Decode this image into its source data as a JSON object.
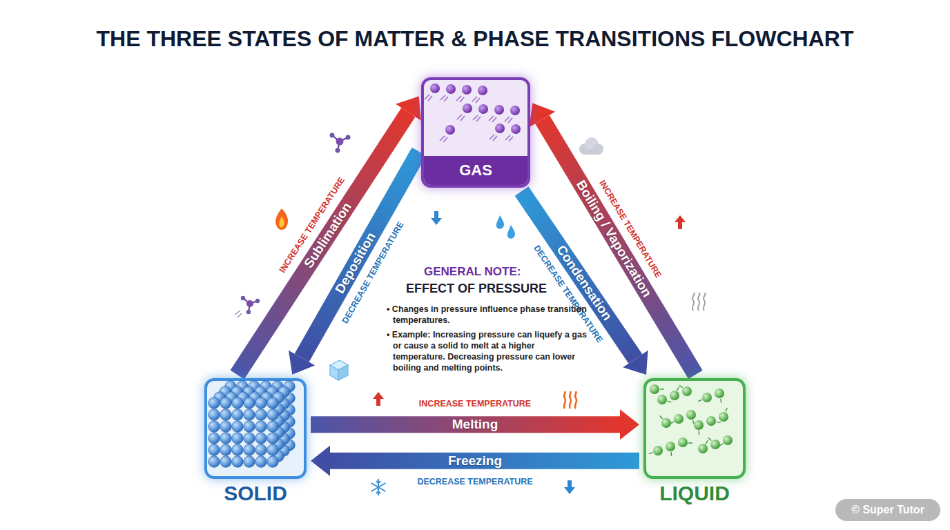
{
  "diagram": {
    "title": "THE THREE STATES OF MATTER & PHASE TRANSITIONS FLOWCHART",
    "nodes": [
      {
        "text": [
          "GAS"
        ]
      },
      {
        "text": [
          "SOLID"
        ]
      },
      {
        "text": [
          "LIQUID"
        ]
      }
    ],
    "edges": [
      {
        "from": 1,
        "to": 0,
        "arrow": "to",
        "label": "Sublimation"
      },
      {
        "from": 0,
        "to": 1,
        "arrow": "to",
        "label": "Deposition"
      },
      {
        "from": 0,
        "to": 2,
        "arrow": "to",
        "label": "Condensation"
      },
      {
        "from": 2,
        "to": 0,
        "arrow": "to",
        "label": "Boiling / Vaporization"
      },
      {
        "from": 1,
        "to": 2,
        "arrow": "to",
        "label": "Melting"
      },
      {
        "from": 2,
        "to": 1,
        "arrow": "to",
        "label": "Freezing"
      }
    ],
    "labels": [
      "INCREASE TEMPERATURE",
      "DECREASE TEMPERATURE",
      "DECREASE TEMPERATURE",
      "INCREASE TEMPERATURE",
      "GENERAL NOTE:",
      "EFFECT OF PRESSURE",
      "• Changes in pressure influence phase transition temperatures.",
      "• Example: Increasing pressure can liquefy a gas or cause a solid to melt at a higher temperature. Decreasing pressure can lower boiling and melting points.",
      "INCREASE TEMPERATURE",
      "DECREASE TEMPERATURE",
      "© Super Tutor"
    ]
  }
}
